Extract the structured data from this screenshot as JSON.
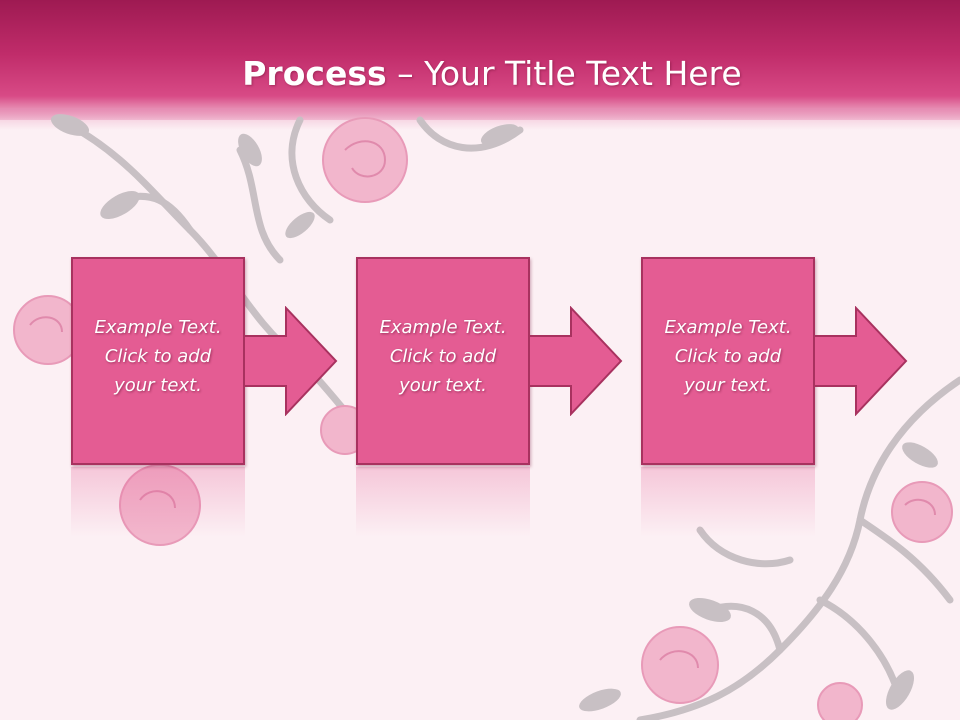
{
  "slide": {
    "title_bold": "Process",
    "title_rest": " – Your Title Text Here"
  },
  "steps": [
    {
      "line1": "Example Text.",
      "line2": "Click  to add",
      "line3": "your text."
    },
    {
      "line1": "Example Text.",
      "line2": "Click  to add",
      "line3": "your text."
    },
    {
      "line1": "Example Text.",
      "line2": "Click  to add",
      "line3": "your text."
    }
  ],
  "colors": {
    "header": "#c02c6a",
    "box": "#e45c93",
    "box_border": "#a8325f",
    "background": "#fcf0f4",
    "vine": "#c8c0c4",
    "rose": "#f2b6cc"
  },
  "icons": [
    "rose-vine-decoration",
    "right-arrow-icon"
  ]
}
